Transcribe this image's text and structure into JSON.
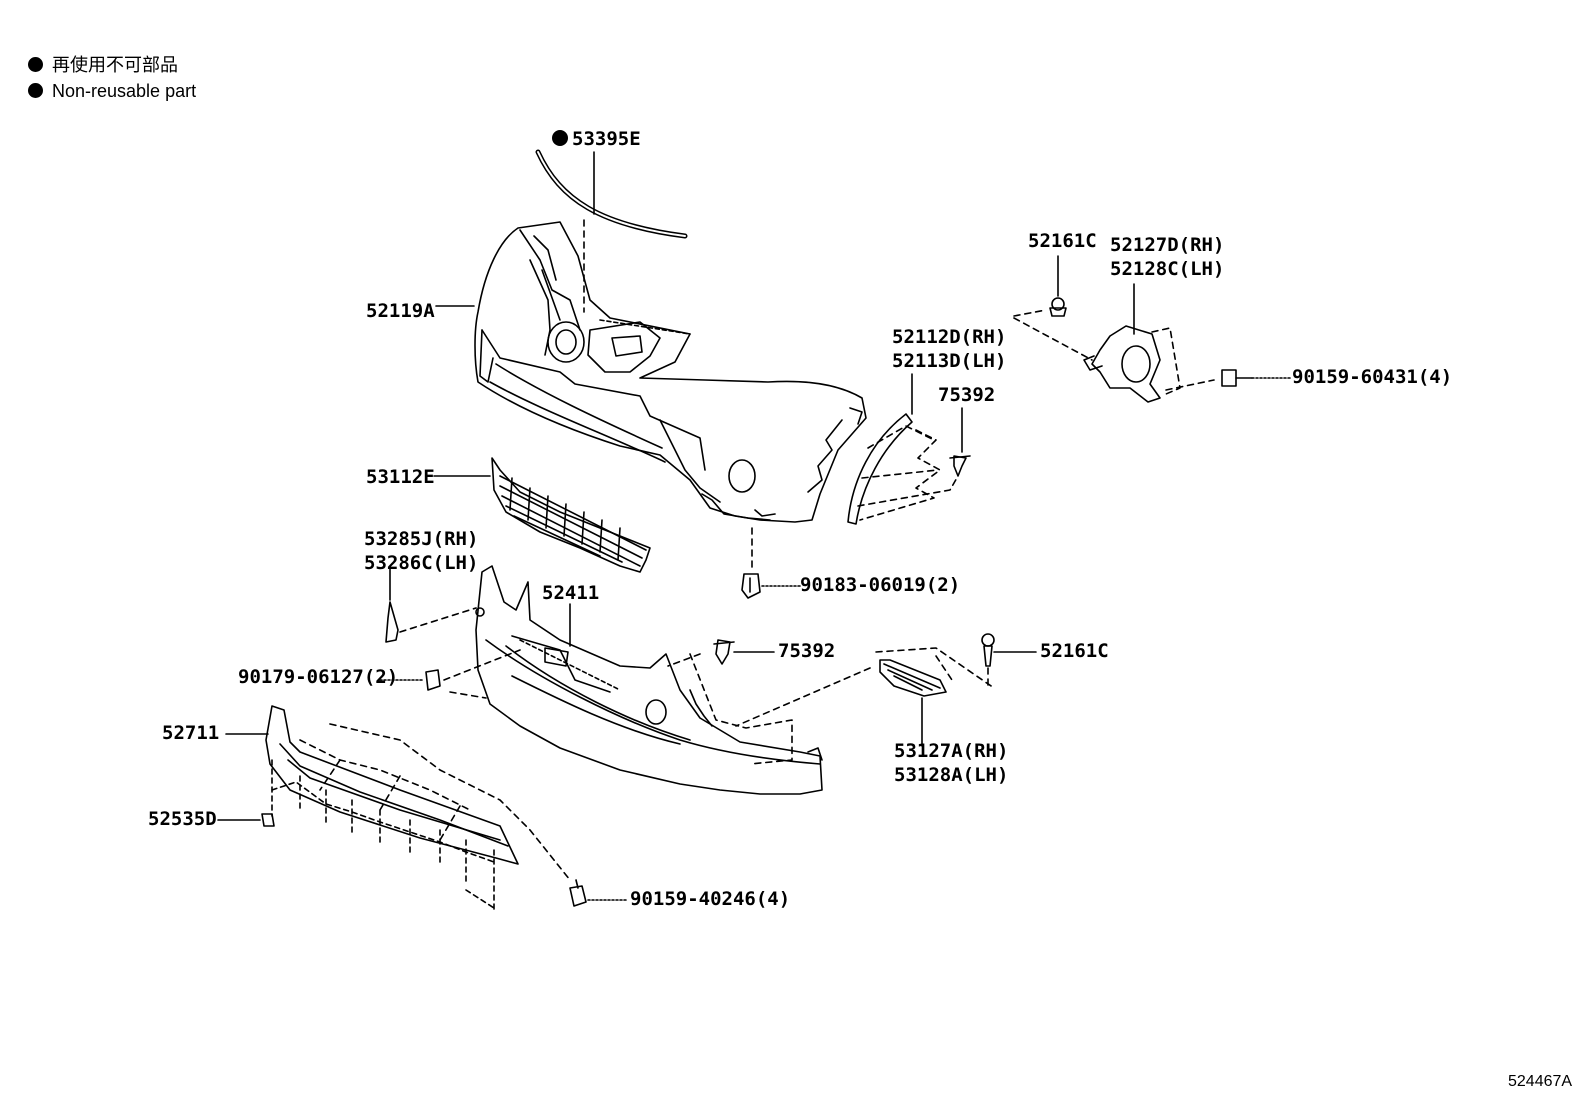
{
  "legend": {
    "line1": "再使用不可部品",
    "line2": "Non-reusable part"
  },
  "reference_number": "524467A",
  "callouts": {
    "c53395e": "53395E",
    "c52119a": "52119A",
    "c52161c_top": "52161C",
    "c52127d": "52127D(RH)",
    "c52128c": "52128C(LH)",
    "c90159_60431": "90159-60431(4)",
    "c52112d": "52112D(RH)",
    "c52113d": "52113D(LH)",
    "c75392_top": "75392",
    "c53112e": "53112E",
    "c53285j": "53285J(RH)",
    "c53286c": "53286C(LH)",
    "c52411": "52411",
    "c90183_06019": "90183-06019(2)",
    "c75392_mid": "75392",
    "c52161c_mid": "52161C",
    "c90179_06127": "90179-06127(2)",
    "c52711": "52711",
    "c53127a": "53127A(RH)",
    "c53128a": "53128A(LH)",
    "c52535d": "52535D",
    "c90159_40246": "90159-40246(4)"
  }
}
